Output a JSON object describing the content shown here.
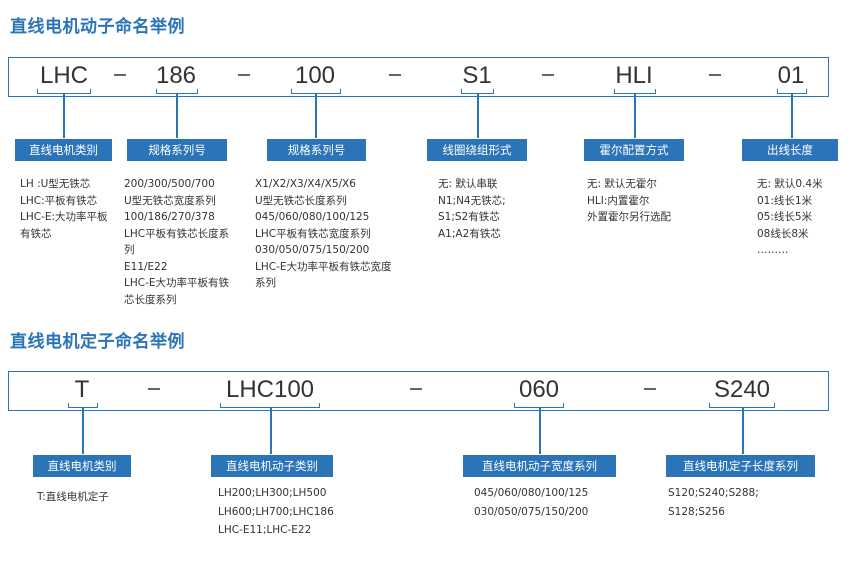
{
  "section1": {
    "title": "直线电机动子命名举例",
    "segments": [
      "LHC",
      "186",
      "100",
      "S1",
      "HLI",
      "01"
    ],
    "separator": "–",
    "labels": [
      "直线电机类别",
      "规格系列号",
      "规格系列号",
      "线圈绕组形式",
      "霍尔配置方式",
      "出线长度"
    ],
    "descriptions": [
      [
        "LH :U型无铁芯",
        "LHC:平板有铁芯",
        "LHC-E:大功率平板有铁芯"
      ],
      [
        "200/300/500/700",
        "U型无铁芯宽度系列",
        "100/186/270/378",
        "LHC平板有铁芯长度系列",
        "E11/E22",
        "LHC-E大功率平板有铁芯长度系列"
      ],
      [
        "X1/X2/X3/X4/X5/X6",
        "U型无铁芯长度系列",
        "045/060/080/100/125",
        "LHC平板有铁芯宽度系列",
        "030/050/075/150/200",
        "LHC-E大功率平板有铁芯宽度系列"
      ],
      [
        "无: 默认串联",
        "N1;N4无铁芯;",
        "S1;S2有铁芯",
        "A1;A2有铁芯"
      ],
      [
        "无: 默认无霍尔",
        "HLI:内置霍尔",
        "外置霍尔另行选配"
      ],
      [
        "无: 默认0.4米",
        "01:线长1米",
        "05:线长5米",
        "08线长8米",
        "………"
      ]
    ]
  },
  "section2": {
    "title": "直线电机定子命名举例",
    "segments": [
      "T",
      "LHC100",
      "060",
      "S240"
    ],
    "separator": "–",
    "labels": [
      "直线电机类别",
      "直线电机动子类别",
      "直线电机动子宽度系列",
      "直线电机定子长度系列"
    ],
    "descriptions": [
      [
        "T:直线电机定子"
      ],
      [
        "LH200;LH300;LH500",
        "LH600;LH700;LHC186",
        "LHC-E11;LHC-E22"
      ],
      [
        "045/060/080/100/125",
        "030/050/075/150/200"
      ],
      [
        "S120;S240;S288;",
        "S128;S256"
      ]
    ]
  },
  "colors": {
    "accent": "#2b74b8",
    "text": "#333333",
    "background": "#ffffff"
  }
}
